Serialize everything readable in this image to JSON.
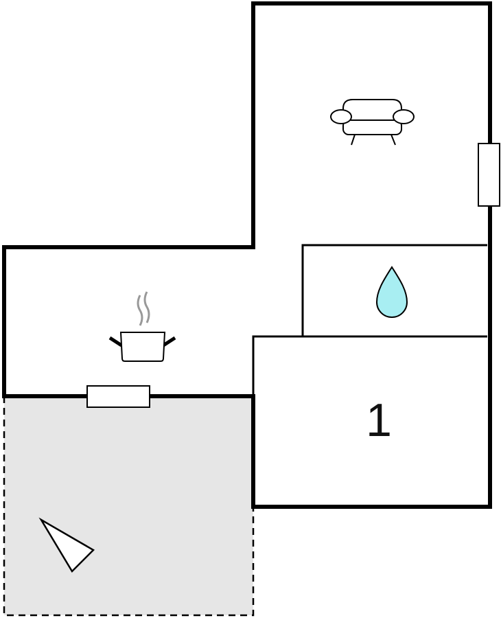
{
  "floor_plan": {
    "rooms": [
      {
        "id": "living-room",
        "icon": "sofa-icon"
      },
      {
        "id": "bathroom",
        "icon": "water-drop-icon"
      },
      {
        "id": "kitchen",
        "icon": "cooking-pot-icon"
      },
      {
        "id": "bedroom",
        "label": "1"
      },
      {
        "id": "terrace",
        "icon": "compass-arrow-icon"
      }
    ],
    "colors": {
      "wall": "#000000",
      "terrace_fill": "#e6e6e6",
      "water_drop": "#a8eef2",
      "steam": "#999999"
    }
  }
}
